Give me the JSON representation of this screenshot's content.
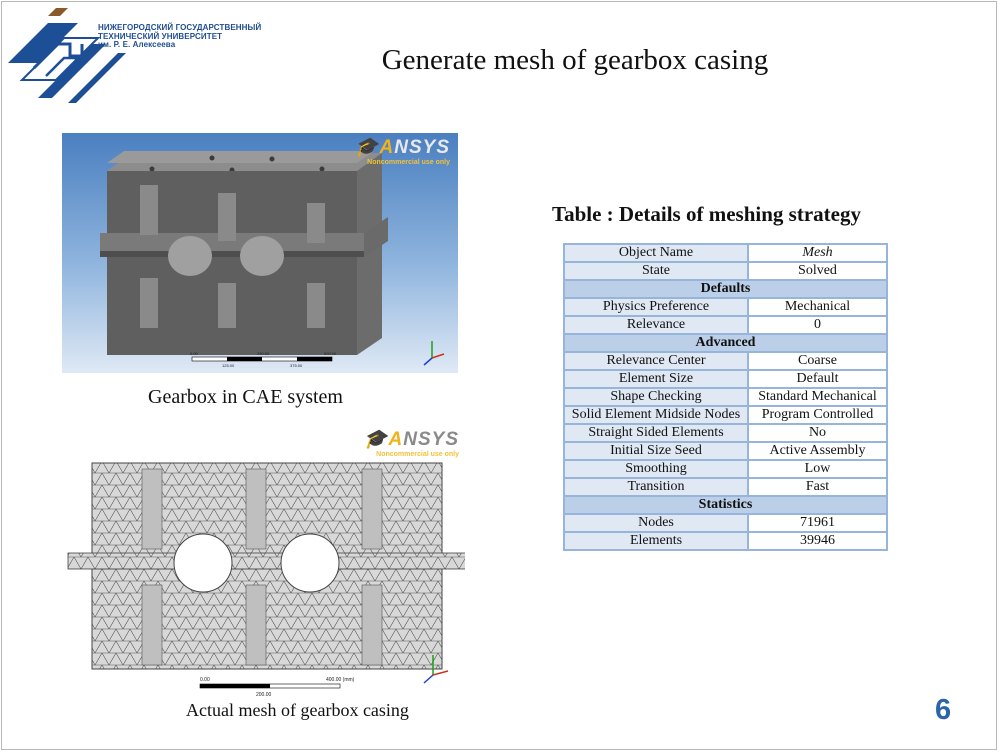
{
  "header": {
    "university_lines": [
      "НИЖЕГОРОДСКИЙ ГОСУДАРСТВЕННЫЙ",
      "ТЕХНИЧЕСКИЙ УНИВЕРСИТЕТ",
      "им. Р. Е. Алексеева"
    ]
  },
  "slide": {
    "title": "Generate mesh of gearbox casing",
    "page_number": "6"
  },
  "figure1": {
    "caption": "Gearbox in CAE system",
    "watermark_brand_a": "A",
    "watermark_brand_b": "NSYS",
    "watermark_note": "Noncommercial use only",
    "scale_labels": [
      "0.00",
      "250.00",
      "500.00",
      "125.00",
      "375.00"
    ]
  },
  "figure2": {
    "caption": "Actual mesh of gearbox casing",
    "watermark_brand_a": "A",
    "watermark_brand_b": "NSYS",
    "watermark_note": "Noncommercial use only",
    "scale_left": "0.00",
    "scale_right": "400.00 (mm)",
    "scale_mid": "200.00"
  },
  "table": {
    "title": "Table : Details of meshing strategy",
    "rows": [
      {
        "label": "Object Name",
        "value": "Mesh"
      },
      {
        "label": "State",
        "value": "Solved"
      },
      {
        "header": "Defaults"
      },
      {
        "label": "Physics Preference",
        "value": "Mechanical"
      },
      {
        "label": "Relevance",
        "value": "0"
      },
      {
        "header": "Advanced"
      },
      {
        "label": "Relevance Center",
        "value": "Coarse"
      },
      {
        "label": "Element Size",
        "value": "Default"
      },
      {
        "label": "Shape Checking",
        "value": "Standard Mechanical"
      },
      {
        "label": "Solid Element Midside Nodes",
        "value": "Program Controlled"
      },
      {
        "label": "Straight Sided Elements",
        "value": "No"
      },
      {
        "label": "Initial Size Seed",
        "value": "Active Assembly"
      },
      {
        "label": "Smoothing",
        "value": "Low"
      },
      {
        "label": "Transition",
        "value": "Fast"
      },
      {
        "header": "Statistics"
      },
      {
        "label": "Nodes",
        "value": "71961"
      },
      {
        "label": "Elements",
        "value": "39946"
      }
    ]
  },
  "colors": {
    "accent": "#2c64a8",
    "table_border": "#97b5da",
    "table_label_bg": "#dfe8f3",
    "table_header_bg": "#bccfe8"
  }
}
